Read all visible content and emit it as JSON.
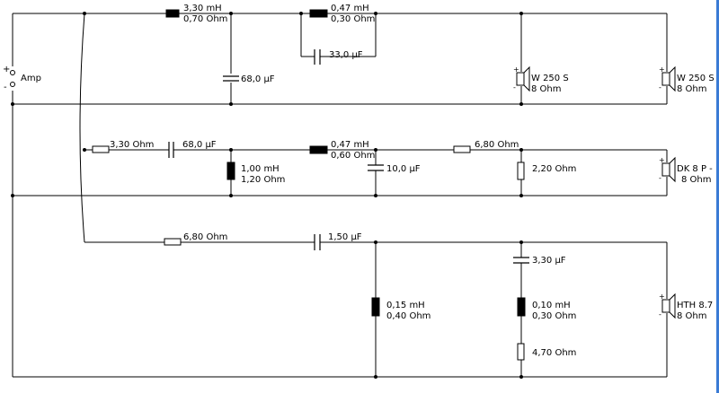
{
  "source": {
    "label": "Amp",
    "plus": "+",
    "minus": "-"
  },
  "woofer_section": {
    "l1_value": "3,30 mH",
    "l1_res": "0,70 Ohm",
    "c1": "68,0 µF",
    "l2_value": "0,47 mH",
    "l2_res": "0,30 Ohm",
    "c2": "33,0 µF",
    "driver1_name": "W 250 S",
    "driver1_imp": "8 Ohm",
    "driver2_name": "W 250 S",
    "driver2_imp": "8 Ohm"
  },
  "mid_section": {
    "r1": "3,30 Ohm",
    "c1": "68,0 µF",
    "l1_value": "1,00 mH",
    "l1_res": "1,20 Ohm",
    "l2_value": "0,47 mH",
    "l2_res": "0,60 Ohm",
    "c2": "10,0 µF",
    "r2": "6,80 Ohm",
    "r3": "2,20 Ohm",
    "driver_name": "DK 8 P -",
    "driver_imp": "8 Ohm"
  },
  "tweeter_section": {
    "r1": "6,80 Ohm",
    "c1": "1,50 µF",
    "l1_value": "0,15 mH",
    "l1_res": "0,40 Ohm",
    "c2": "3,30 µF",
    "l2_value": "0,10 mH",
    "l2_res": "0,30 Ohm",
    "r2": "4,70 Ohm",
    "driver_name": "HTH 8.7",
    "driver_imp": "8 Ohm"
  }
}
